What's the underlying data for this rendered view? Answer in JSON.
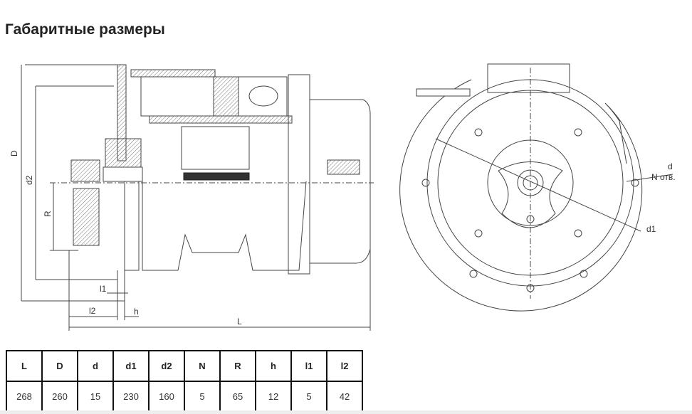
{
  "title": "Габаритные размеры",
  "drawing_labels": {
    "D": "D",
    "d2": "d2",
    "R": "R",
    "l1": "l1",
    "l2": "l2",
    "h": "h",
    "L": "L",
    "d": "d",
    "N": "N отв.",
    "d1": "d1"
  },
  "table": {
    "headers": [
      "L",
      "D",
      "d",
      "d1",
      "d2",
      "N",
      "R",
      "h",
      "l1",
      "l2"
    ],
    "values": [
      "268",
      "260",
      "15",
      "230",
      "160",
      "5",
      "65",
      "12",
      "5",
      "42"
    ]
  }
}
